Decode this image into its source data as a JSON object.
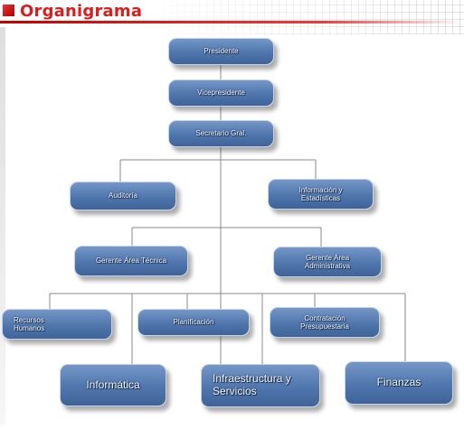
{
  "header": {
    "title": "Organigrama"
  },
  "nodes": {
    "presidente": "Presidente",
    "vicepresidente": "Vicepresidente",
    "secretario_general": "Secretario Gral.",
    "auditoria": "Auditoría",
    "informacion_estadisticas": "Información y Estadísticas",
    "gerente_area_tecnica": "Gerente Área Técnica",
    "gerente_area_administrativa": "Gerente Área Administrativa",
    "recursos_humanos": "Recursos Humanos",
    "planificacion": "Planificación",
    "contratacion_presupuestaria": "Contratación Presupuestaria",
    "informatica": "Informática",
    "infraestructura_servicios": "Infraestructura y Servicios",
    "finanzas": "Finanzas"
  },
  "colors": {
    "title_red": "#d81e1e",
    "box_blue": "#4f76ad",
    "connector_gray": "#8a8a8a"
  }
}
